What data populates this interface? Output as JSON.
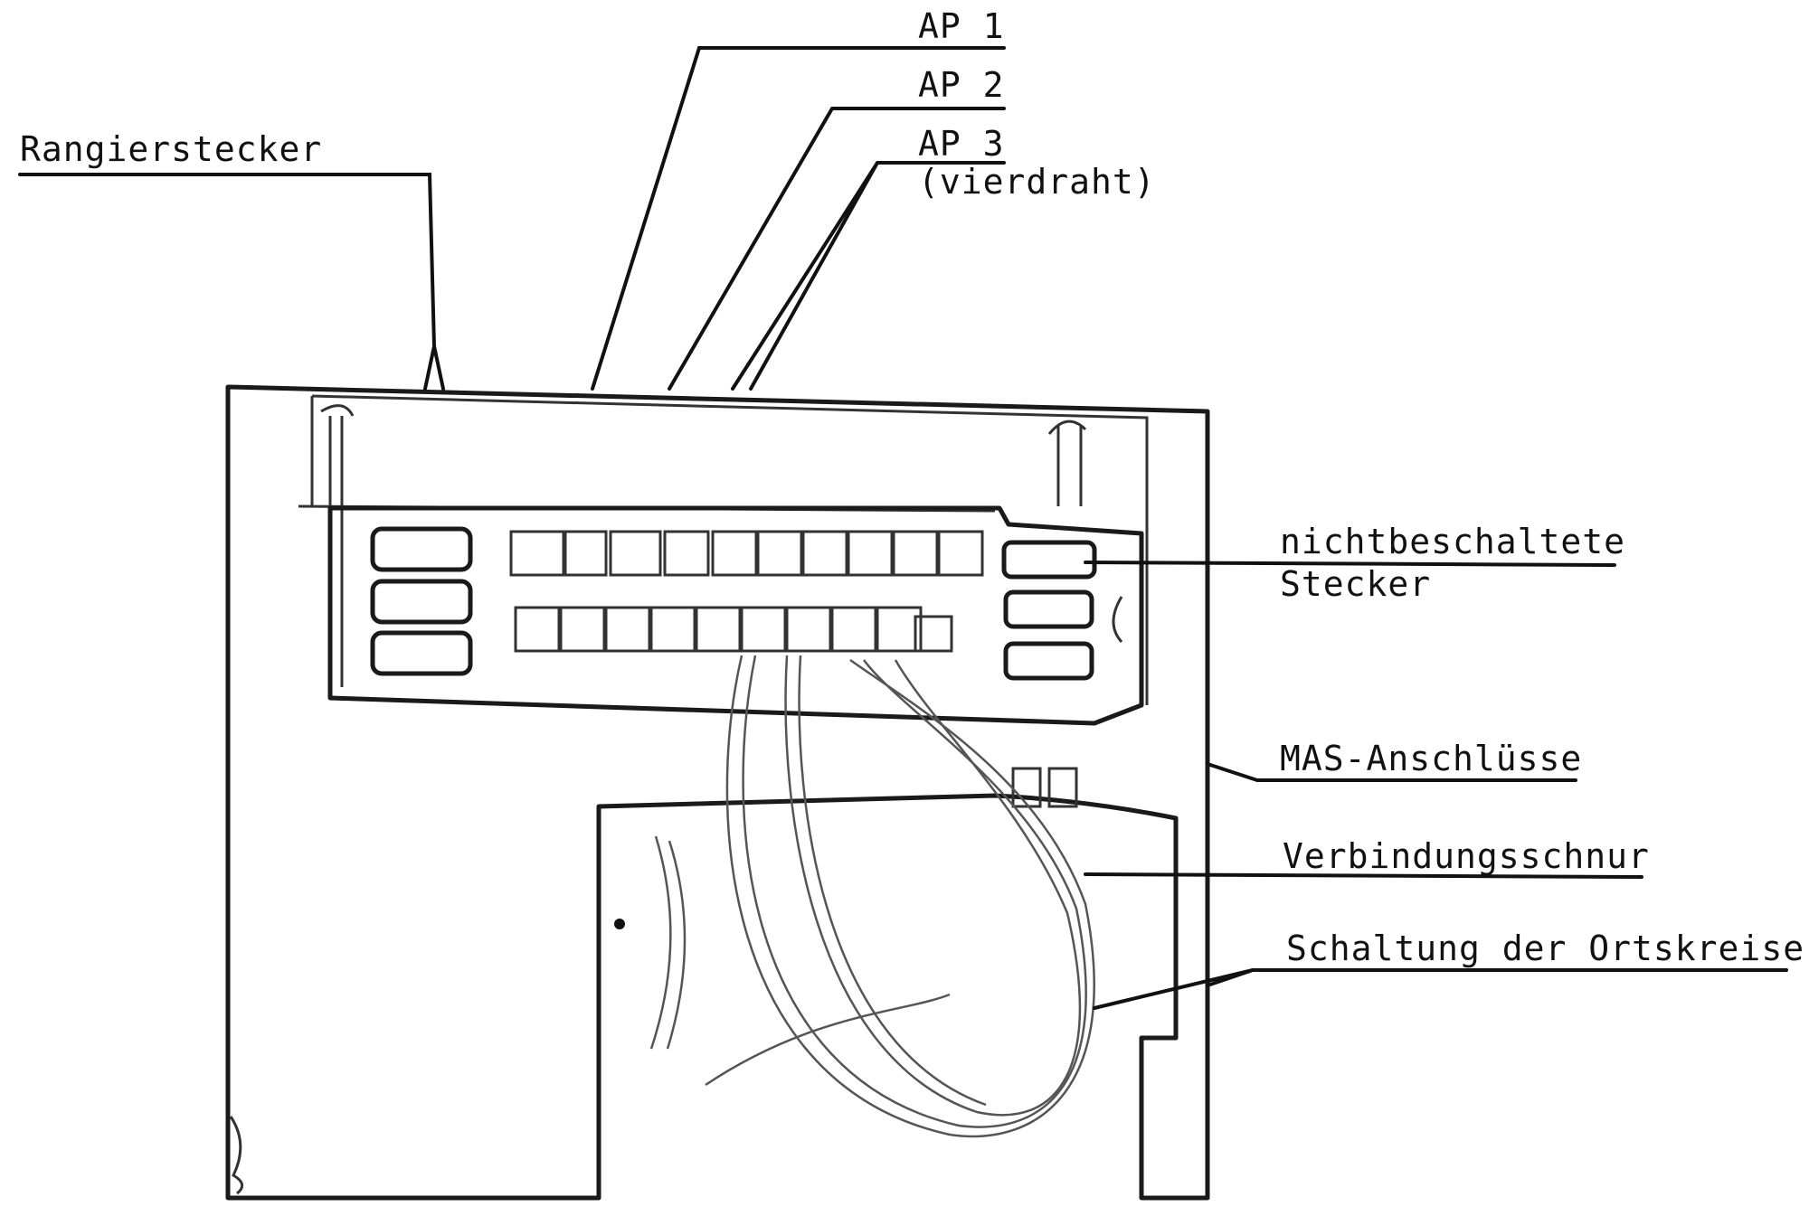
{
  "labels": {
    "ap1": "AP 1",
    "ap2": "AP 2",
    "ap3": "AP 3",
    "ap3_sub": "(vierdraht)",
    "rangierstecker": "Rangierstecker",
    "nichtbeschaltete_line1": "nichtbeschaltete",
    "nichtbeschaltete_line2": "Stecker",
    "mas": "MAS-Anschlüsse",
    "verbindungsschnur": "Verbindungsschnur",
    "schaltung": "Schaltung der Ortskreise"
  },
  "colors": {
    "ink": "#1a1a1a",
    "paper": "#ffffff"
  }
}
